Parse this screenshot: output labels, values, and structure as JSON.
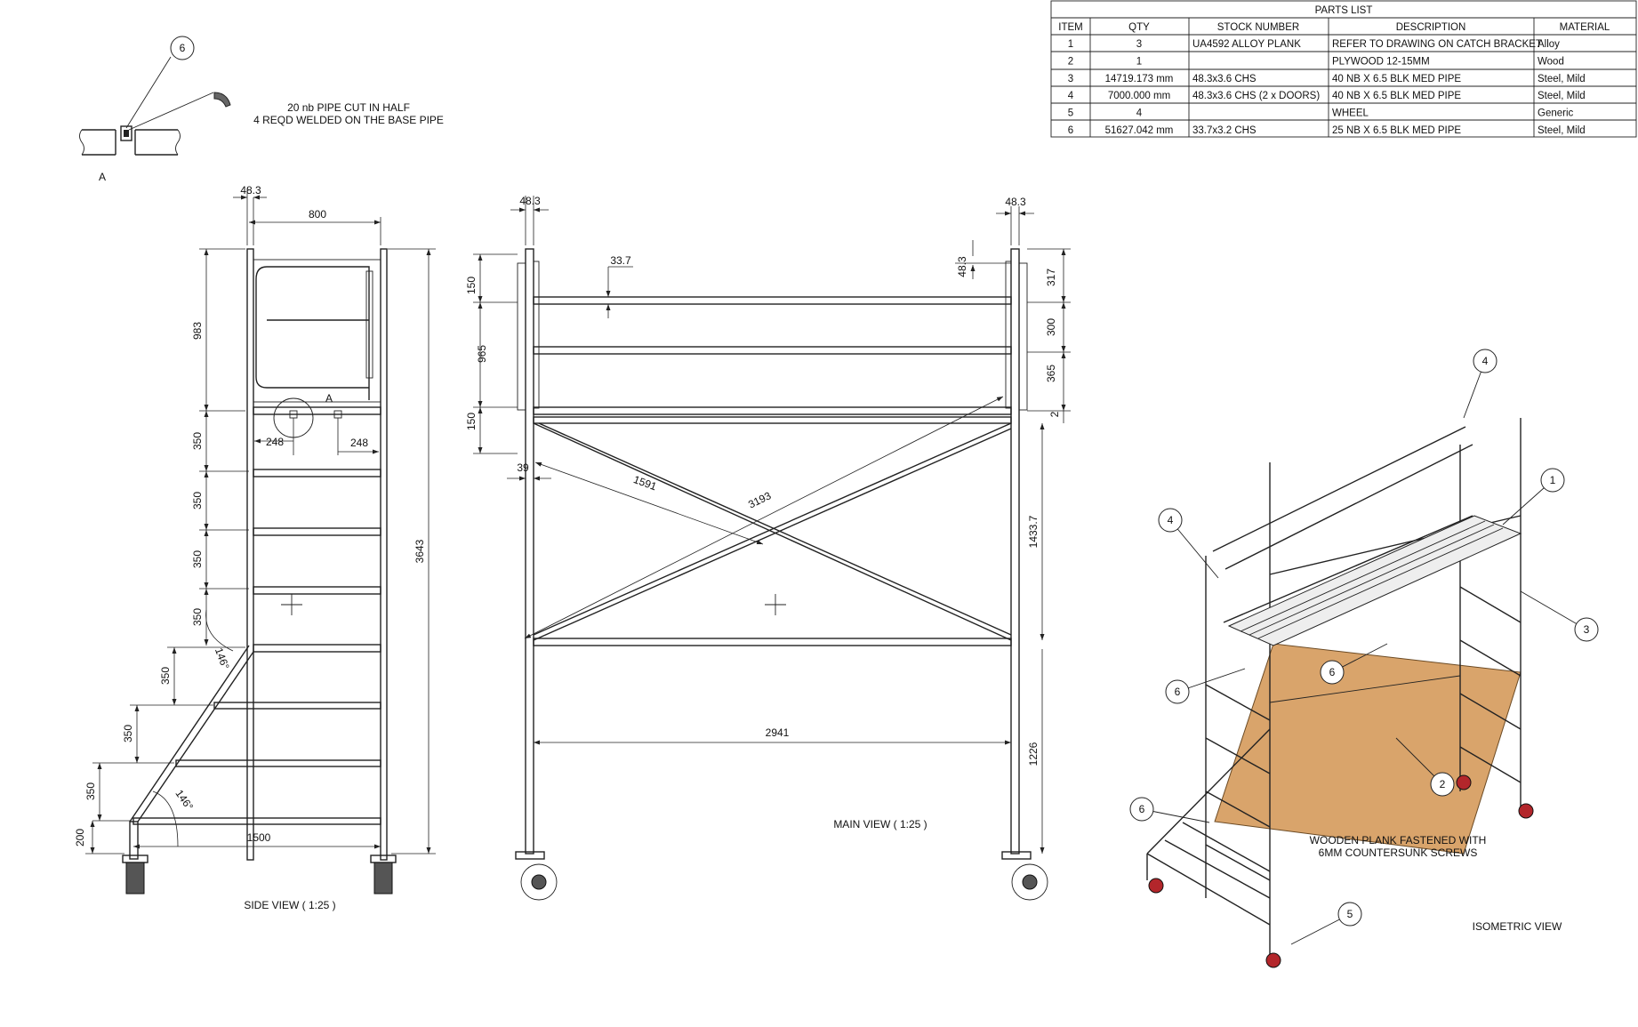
{
  "parts_list": {
    "title": "PARTS LIST",
    "headers": [
      "ITEM",
      "QTY",
      "STOCK NUMBER",
      "DESCRIPTION",
      "MATERIAL"
    ],
    "rows": [
      [
        "1",
        "3",
        "UA4592 ALLOY PLANK",
        "REFER TO DRAWING ON CATCH BRACKET",
        "Alloy"
      ],
      [
        "2",
        "1",
        "",
        "PLYWOOD 12-15MM",
        "Wood"
      ],
      [
        "3",
        "14719.173 mm",
        "48.3x3.6  CHS",
        "40 NB X 6.5 BLK MED PIPE",
        "Steel, Mild"
      ],
      [
        "4",
        "7000.000 mm",
        "48.3x3.6  CHS (2 x DOORS)",
        "40 NB X 6.5 BLK MED PIPE",
        "Steel, Mild"
      ],
      [
        "5",
        "4",
        "",
        "WHEEL",
        "Generic"
      ],
      [
        "6",
        "51627.042 mm",
        "33.7x3.2 CHS",
        "25 NB X 6.5 BLK MED PIPE",
        "Steel, Mild"
      ]
    ]
  },
  "detail": {
    "balloon": "6",
    "note_line1": "20 nb PIPE CUT IN HALF",
    "note_line2": "4 REQD WELDED ON THE BASE PIPE",
    "label": "A"
  },
  "side_view": {
    "title": "SIDE VIEW ( 1:25 )",
    "detail_ref": "A",
    "dims": {
      "pipe_top": "48.3",
      "width_top": "800",
      "upper": "983",
      "step1": "350",
      "step2": "350",
      "step3": "350",
      "step4": "350",
      "step5": "350",
      "step6": "350",
      "step7": "350",
      "base": "200",
      "total_height": "3643",
      "hook_left": "248",
      "hook_right": "248",
      "base_width": "1500",
      "angle_upper": "146°",
      "angle_lower": "146°"
    }
  },
  "main_view": {
    "title": "MAIN VIEW ( 1:25 )",
    "dims": {
      "pipe_left": "48.3",
      "pipe_right": "48.3",
      "small_pipe": "33.7",
      "left_150_top": "150",
      "left_965": "965",
      "left_150_bottom": "150",
      "offset_39": "39",
      "brace_1591": "1591",
      "brace_3193": "3193",
      "right_48_3": "48.3",
      "right_317": "317",
      "right_300": "300",
      "right_365": "365",
      "right_2": "2",
      "right_1433_7": "1433.7",
      "right_1226": "1226",
      "span_2941": "2941"
    }
  },
  "isometric_view": {
    "title": "ISOMETRIC VIEW",
    "note_line1": "WOODEN PLANK FASTENED WITH",
    "note_line2": "6MM COUNTERSUNK SCREWS",
    "balloons": [
      "4",
      "1",
      "4",
      "3",
      "6",
      "6",
      "2",
      "6",
      "5"
    ]
  },
  "colors": {
    "line": "#222222",
    "wood": "#d9a46b",
    "wheel_red": "#b3262b"
  }
}
